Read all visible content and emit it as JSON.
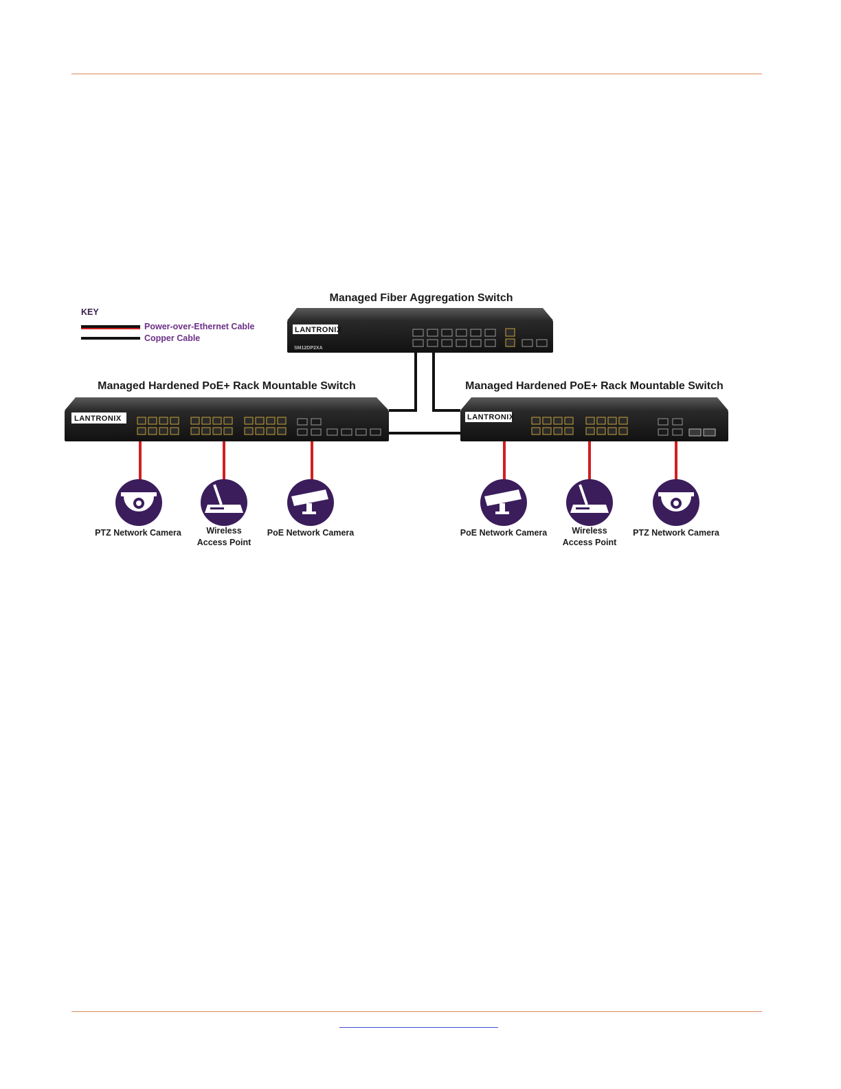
{
  "key": {
    "heading": "KEY",
    "items": [
      {
        "label": "Power-over-Ethernet Cable",
        "color": "#d11f1f"
      },
      {
        "label": "Copper Cable",
        "color": "#111111"
      }
    ]
  },
  "aggregation_switch": {
    "title": "Managed Fiber Aggregation Switch",
    "brand": "LANTRONIX",
    "model": "SM12DP2XA"
  },
  "left_switch": {
    "title": "Managed Hardened PoE+ Rack Mountable Switch",
    "brand": "LANTRONIX"
  },
  "right_switch": {
    "title": "Managed Hardened PoE+ Rack Mountable Switch",
    "brand": "LANTRONIX"
  },
  "left_devices": [
    {
      "label": "PTZ Network Camera",
      "icon": "ptz-camera-icon"
    },
    {
      "label_line1": "Wireless",
      "label_line2": "Access Point",
      "icon": "wireless-access-point-icon"
    },
    {
      "label": "PoE Network Camera",
      "icon": "poe-camera-icon"
    }
  ],
  "right_devices": [
    {
      "label": "PoE Network Camera",
      "icon": "poe-camera-icon"
    },
    {
      "label_line1": "Wireless",
      "label_line2": "Access Point",
      "icon": "wireless-access-point-icon"
    },
    {
      "label": "PTZ Network Camera",
      "icon": "ptz-camera-icon"
    }
  ],
  "colors": {
    "accent_rule": "#d98a5a",
    "device_circle": "#3b1d5c",
    "poe_cable": "#d11f1f",
    "switch_body": "#1e1e1e"
  }
}
